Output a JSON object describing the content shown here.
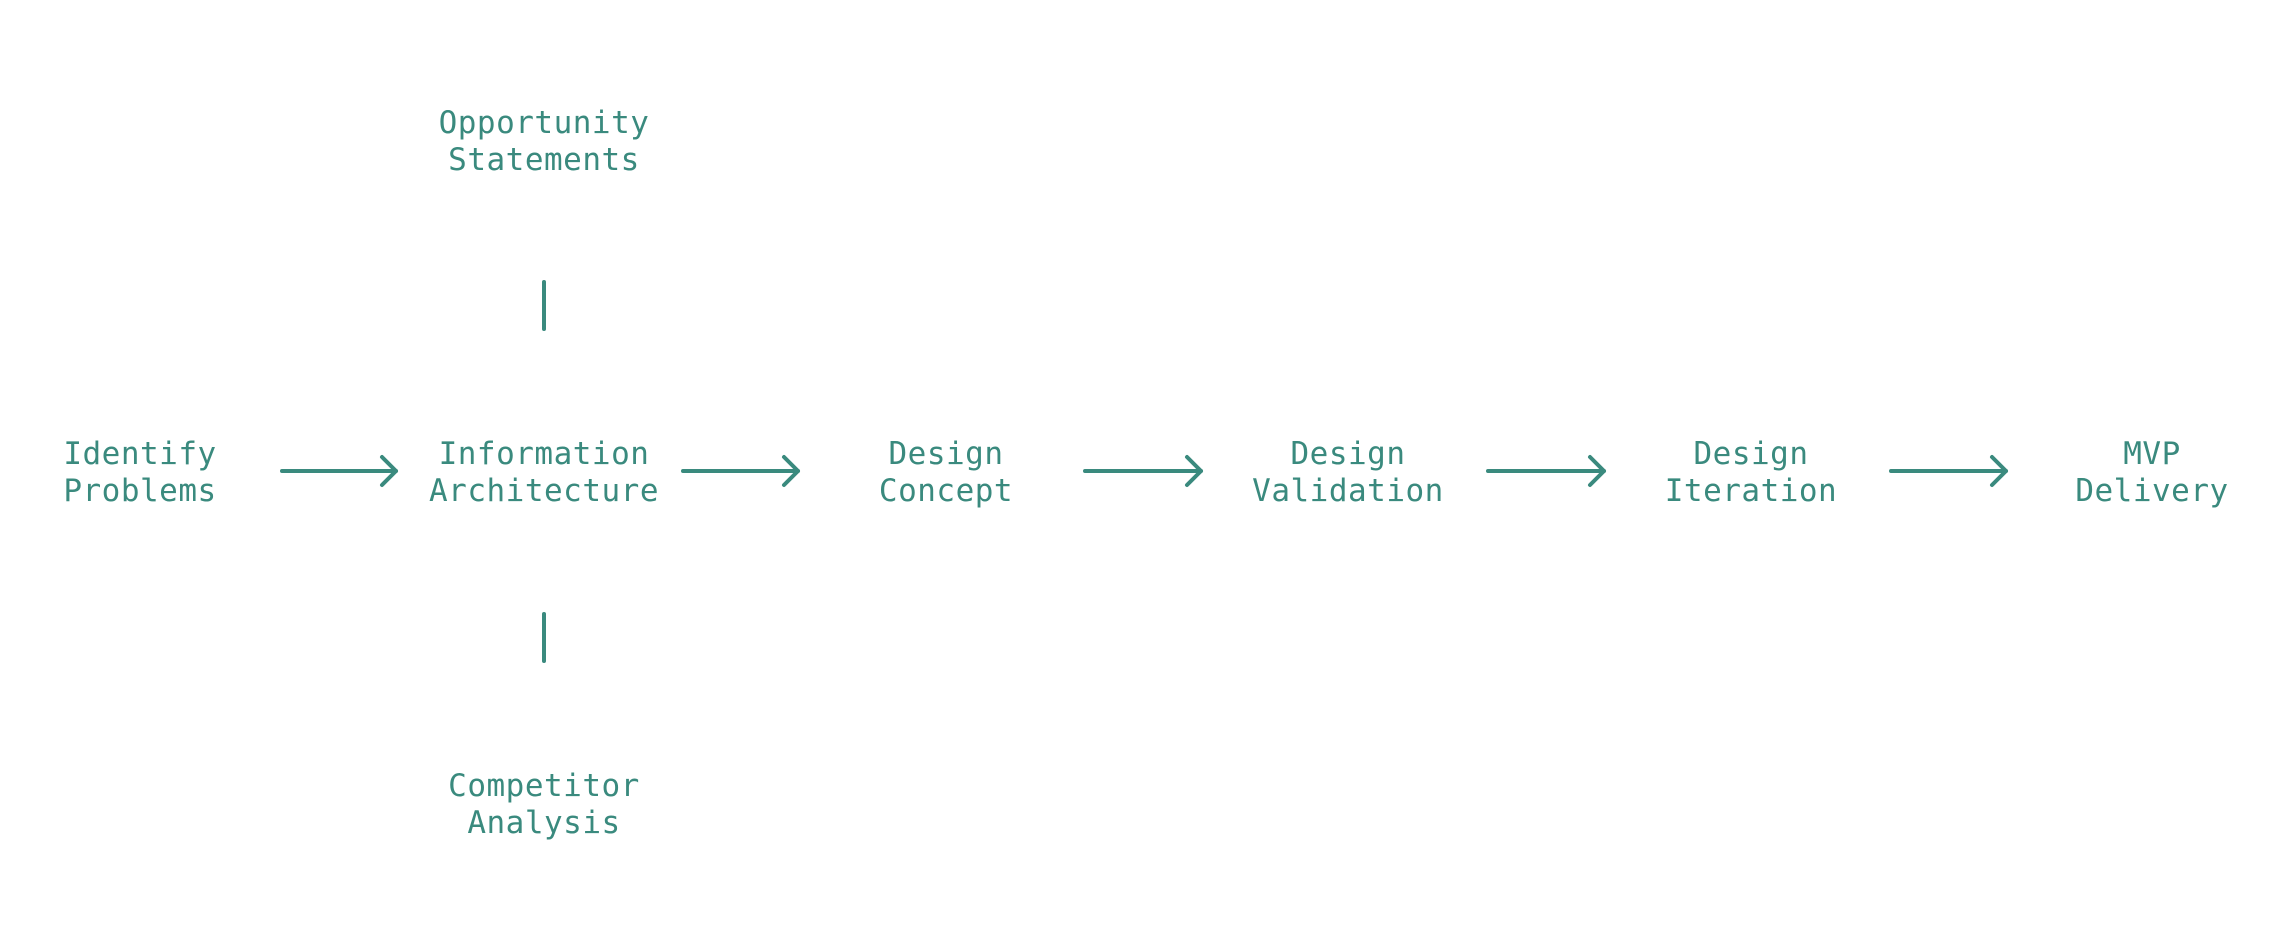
{
  "theme": {
    "accent": "#3a8a7e",
    "background": "#ffffff"
  },
  "process": [
    {
      "id": "identify-problems",
      "lines": [
        "Identify",
        "Problems"
      ]
    },
    {
      "id": "information-architecture",
      "lines": [
        "Information",
        "Architecture"
      ]
    },
    {
      "id": "design-concept",
      "lines": [
        "Design",
        "Concept"
      ]
    },
    {
      "id": "design-validation",
      "lines": [
        "Design",
        "Validation"
      ]
    },
    {
      "id": "design-iteration",
      "lines": [
        "Design",
        "Iteration"
      ]
    },
    {
      "id": "mvp-delivery",
      "lines": [
        "MVP",
        "Delivery"
      ]
    }
  ],
  "branches": {
    "top": {
      "id": "opportunity-statements",
      "lines": [
        "Opportunity",
        "Statements"
      ]
    },
    "bottom": {
      "id": "competitor-analysis",
      "lines": [
        "Competitor",
        "Analysis"
      ]
    }
  }
}
